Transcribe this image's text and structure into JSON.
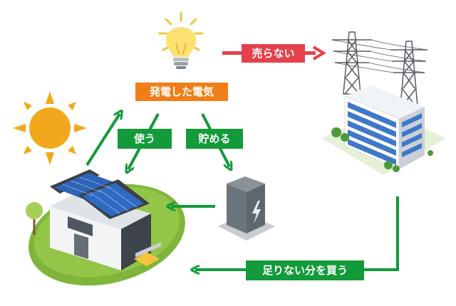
{
  "labels": {
    "generated_power": "発電した電気",
    "use": "使う",
    "store": "貯める",
    "not_sell": "売らない",
    "buy_shortfall": "足りない分を買う"
  },
  "colors": {
    "orange": "#f07f1a",
    "green": "#139a3a",
    "red": "#e5404c",
    "sun": "#f2a81d",
    "bulb": "#fde272",
    "building_blue": "#3f78c8",
    "battery": "#5e6670",
    "lawn": "#7fb53a"
  },
  "icons": [
    "sun-icon",
    "light-bulb-icon",
    "power-tower-icon",
    "office-building-icon",
    "battery-storage-icon",
    "solar-house-icon"
  ]
}
